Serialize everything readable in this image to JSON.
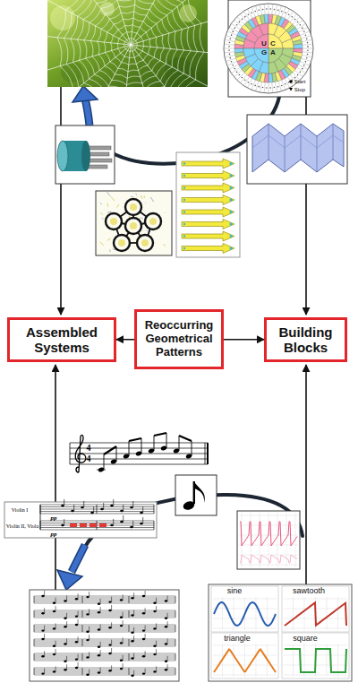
{
  "diagram": {
    "nodes": [
      {
        "text": [
          "Assembled Systems"
        ]
      },
      {
        "text": [
          "Reoccurring Geometrical Patterns"
        ]
      },
      {
        "text": [
          "Building Blocks"
        ]
      }
    ],
    "edges": [
      {
        "from": 1,
        "to": 0,
        "arrow": "to"
      },
      {
        "from": 1,
        "to": 2,
        "arrow": "to"
      }
    ],
    "labels": [
      "U",
      "C",
      "A",
      "G",
      "Start",
      "Stop",
      "4",
      "4",
      "Violin I",
      "Violin II, Viola",
      "pp",
      "pp",
      "sine",
      "sawtooth",
      "triangle",
      "square"
    ]
  }
}
